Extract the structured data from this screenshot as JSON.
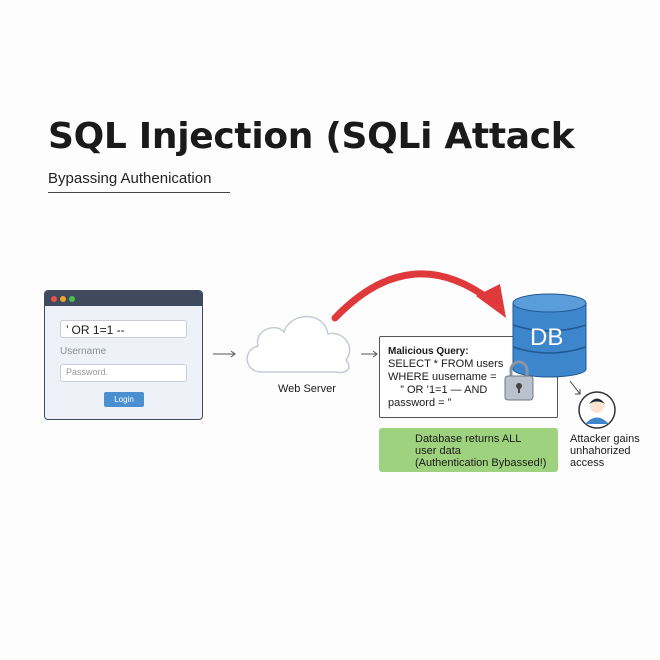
{
  "title": "SQL Injection (SQLi Attack",
  "subtitle": "Bypassing Authenication",
  "login_form": {
    "injection_value": "’ OR 1=1 --",
    "username_label": "Username",
    "password_placeholder": "Password.",
    "login_button": "Login"
  },
  "web_server_label": "Web Server",
  "query": {
    "heading": "Malicious Query:",
    "lines": [
      "SELECT * FROM users",
      "WHERE uusername =",
      "    ” OR ’1=1 — AND",
      "password = ”"
    ]
  },
  "db_label": "DB",
  "result": {
    "lines": [
      "Database returns ALL",
      "user data",
      "(Authentication Bybassed!)"
    ]
  },
  "attacker": {
    "lines": [
      "Attacker gains",
      "unhahorized",
      "access"
    ]
  },
  "colors": {
    "arc": "#e0393b",
    "db": "#3d86cc",
    "success": "#9fd27f"
  }
}
